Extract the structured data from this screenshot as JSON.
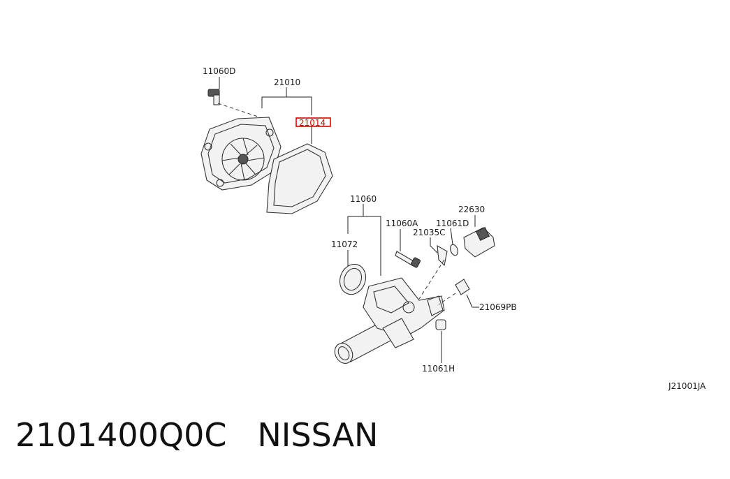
{
  "callouts": {
    "p11060D": "11060D",
    "p21010": "21010",
    "p21014": "21014",
    "p11060": "11060",
    "p22630": "22630",
    "p11060A": "11060A",
    "p11061D": "11061D",
    "p21035C": "21035C",
    "p11072": "11072",
    "p21069PB": "21069PB",
    "p11061H": "11061H"
  },
  "diagram_code": "J21001JA",
  "caption": {
    "part_number": "2101400Q0C",
    "brand": "NISSAN"
  },
  "colors": {
    "highlight": "#e00000",
    "line": "#222222"
  }
}
